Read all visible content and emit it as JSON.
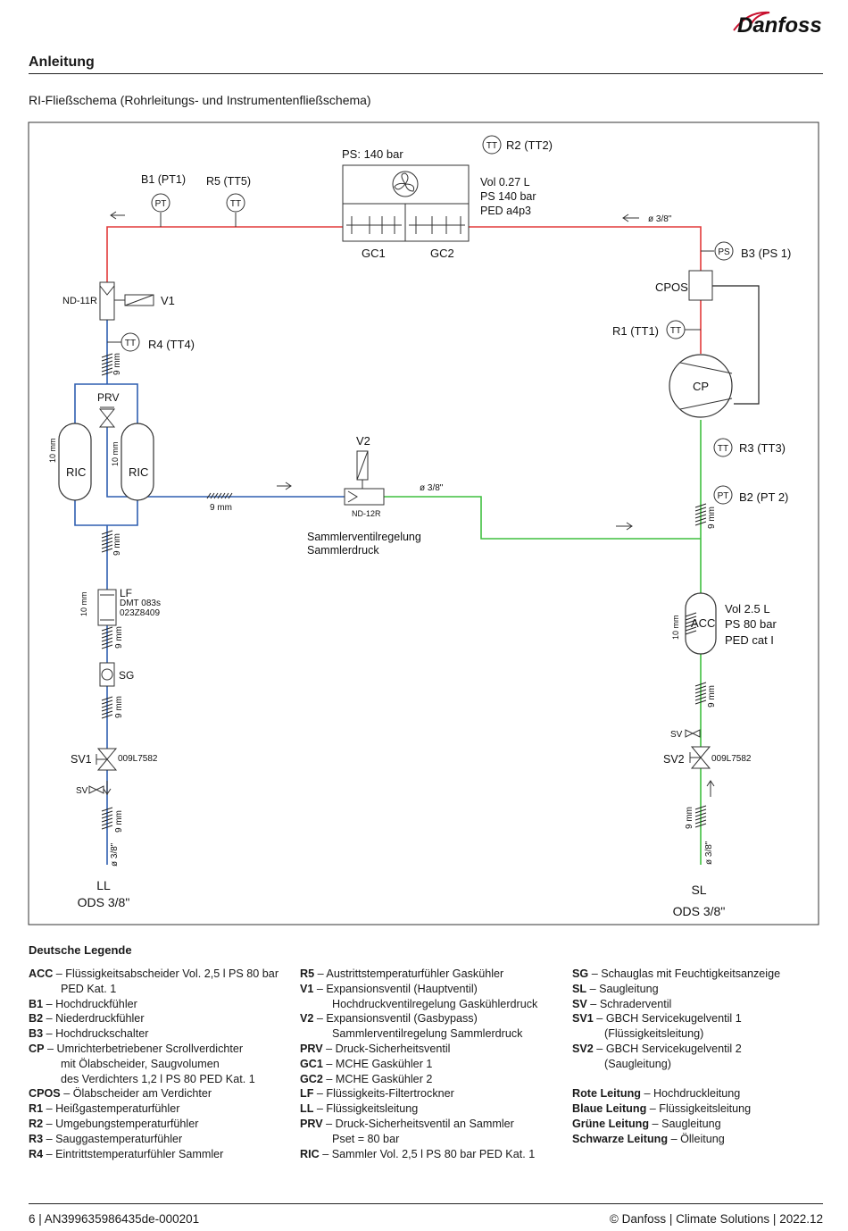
{
  "header": {
    "brand": "Danfoss",
    "section_title": "Anleitung",
    "subtitle": "RI-Fließschema (Rohrleitungs- und Instrumentenfließschema)"
  },
  "diagram": {
    "ps_label": "PS: 140 bar",
    "gc1": "GC1",
    "gc2": "GC2",
    "gc_vol": "Vol 0.27 L",
    "gc_ps": "PS 140 bar",
    "gc_ped": "PED a4p3",
    "r2": "R2 (TT2)",
    "b1": "B1 (PT1)",
    "r5": "R5 (TT5)",
    "pipe_dia": "ø 3/8\"",
    "b3": "B3 (PS 1)",
    "cpos": "CPOS",
    "r1": "R1 (TT1)",
    "cp": "CP",
    "r3": "R3 (TT3)",
    "b2": "B2 (PT 2)",
    "nd11r": "ND-11R",
    "v1": "V1",
    "r4": "R4 (TT4)",
    "prv": "PRV",
    "ric": "RIC",
    "mm9": "9 mm",
    "mm10": "10 mm",
    "v2": "V2",
    "nd12r": "ND-12R",
    "ctrl_line1": "Sammlerventilregelung",
    "ctrl_line2": "Sammlerdruck",
    "lf": "LF",
    "lf_model": "DMT 083s",
    "lf_code": "023Z8409",
    "sg": "SG",
    "sv1": "SV1",
    "sv2": "SV2",
    "valve_code": "009L7582",
    "sv": "SV",
    "acc": "ACC",
    "acc_vol": "Vol 2.5 L",
    "acc_ps": "PS 80 bar",
    "acc_ped": "PED cat I",
    "ll": "LL",
    "sl": "SL",
    "ods": "ODS 3/8\"",
    "tt": "TT",
    "pt": "PT",
    "ps": "PS"
  },
  "legend": {
    "title": "Deutsche Legende",
    "col1": [
      {
        "k": "ACC",
        "t": " – Flüssigkeitsabscheider Vol. 2,5 l PS 80 bar",
        "c": [
          "PED Kat. 1"
        ]
      },
      {
        "k": "B1",
        "t": " – Hochdruckfühler"
      },
      {
        "k": "B2",
        "t": " – Niederdruckfühler"
      },
      {
        "k": "B3",
        "t": " – Hochdruckschalter"
      },
      {
        "k": "CP",
        "t": " – Umrichterbetriebener Scrollverdichter",
        "c": [
          "mit Ölabscheider, Saugvolumen",
          "des Verdichters 1,2 l PS 80 PED Kat. 1"
        ]
      },
      {
        "k": "CPOS",
        "t": " – Ölabscheider am Verdichter"
      },
      {
        "k": "R1",
        "t": " – Heißgastemperaturfühler"
      },
      {
        "k": "R2",
        "t": " – Umgebungstemperaturfühler"
      },
      {
        "k": "R3",
        "t": " – Sauggastemperaturfühler"
      },
      {
        "k": "R4",
        "t": " – Eintrittstemperaturfühler Sammler"
      }
    ],
    "col2": [
      {
        "k": "R5",
        "t": " – Austrittstemperaturfühler Gaskühler"
      },
      {
        "k": "V1",
        "t": " – Expansionsventil (Hauptventil)",
        "c": [
          "Hochdruckventilregelung Gaskühlerdruck"
        ]
      },
      {
        "k": "V2",
        "t": " – Expansionsventil (Gasbypass)",
        "c": [
          "Sammlerventilregelung Sammlerdruck"
        ]
      },
      {
        "k": "PRV",
        "t": " – Druck-Sicherheitsventil"
      },
      {
        "k": "GC1",
        "t": " – MCHE Gaskühler 1"
      },
      {
        "k": "GC2",
        "t": " – MCHE Gaskühler 2"
      },
      {
        "k": "LF",
        "t": " – Flüssigkeits-Filtertrockner"
      },
      {
        "k": "LL",
        "t": " – Flüssigkeitsleitung"
      },
      {
        "k": "PRV",
        "t": " – Druck-Sicherheitsventil an Sammler",
        "c": [
          "Pset = 80 bar"
        ]
      },
      {
        "k": "RIC",
        "t": " – Sammler Vol. 2,5 l PS 80 bar PED Kat. 1"
      }
    ],
    "col3": [
      {
        "k": "SG",
        "t": " – Schauglas mit Feuchtigkeitsanzeige"
      },
      {
        "k": "SL",
        "t": " – Saugleitung"
      },
      {
        "k": "SV",
        "t": " – Schraderventil"
      },
      {
        "k": "SV1",
        "t": " – GBCH Servicekugelventil 1",
        "c": [
          "(Flüssigkeitsleitung)"
        ]
      },
      {
        "k": "SV2",
        "t": " – GBCH Servicekugelventil 2",
        "c": [
          "(Saugleitung)"
        ]
      },
      {
        "gap": true
      },
      {
        "k": "Rote Leitung",
        "t": " – Hochdruckleitung"
      },
      {
        "k": "Blaue Leitung",
        "t": " – Flüssigkeitsleitung"
      },
      {
        "k": "Grüne Leitung",
        "t": " – Saugleitung"
      },
      {
        "k": "Schwarze Leitung",
        "t": " – Ölleitung"
      }
    ]
  },
  "footer": {
    "left": "6 | AN399635986435de-000201",
    "right": "© Danfoss | Climate Solutions | 2022.12"
  },
  "colors": {
    "high_pressure": "#e23a3a",
    "liquid": "#2f5fb0",
    "suction": "#3fbf3f",
    "oil": "#222222"
  }
}
